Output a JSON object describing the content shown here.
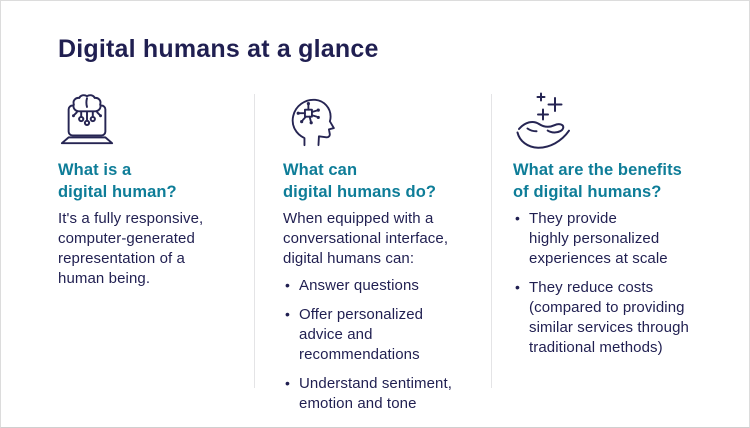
{
  "title": "Digital humans at a glance",
  "colors": {
    "heading_accent": "#0e7d98",
    "text_navy": "#201f51",
    "divider": "#e4e4e6",
    "background": "#ffffff"
  },
  "columns": [
    {
      "icon": "laptop-brain-icon",
      "heading": "What is a\ndigital human?",
      "paragraph": "It's a fully responsive,\ncomputer-generated\nrepresentation of a\nhuman being."
    },
    {
      "icon": "head-network-icon",
      "heading": "What can\ndigital humans do?",
      "paragraph": "When equipped with a\nconversational interface,\ndigital humans can:",
      "bullets": [
        "Answer questions",
        "Offer personalized\nadvice and\nrecommendations",
        "Understand sentiment,\nemotion and tone"
      ]
    },
    {
      "icon": "hand-sparkles-icon",
      "heading": "What are the benefits\nof digital humans?",
      "bullets": [
        "They provide\nhighly personalized\nexperiences at scale",
        "They reduce costs\n(compared to providing\nsimilar services through\ntraditional methods)"
      ]
    }
  ]
}
